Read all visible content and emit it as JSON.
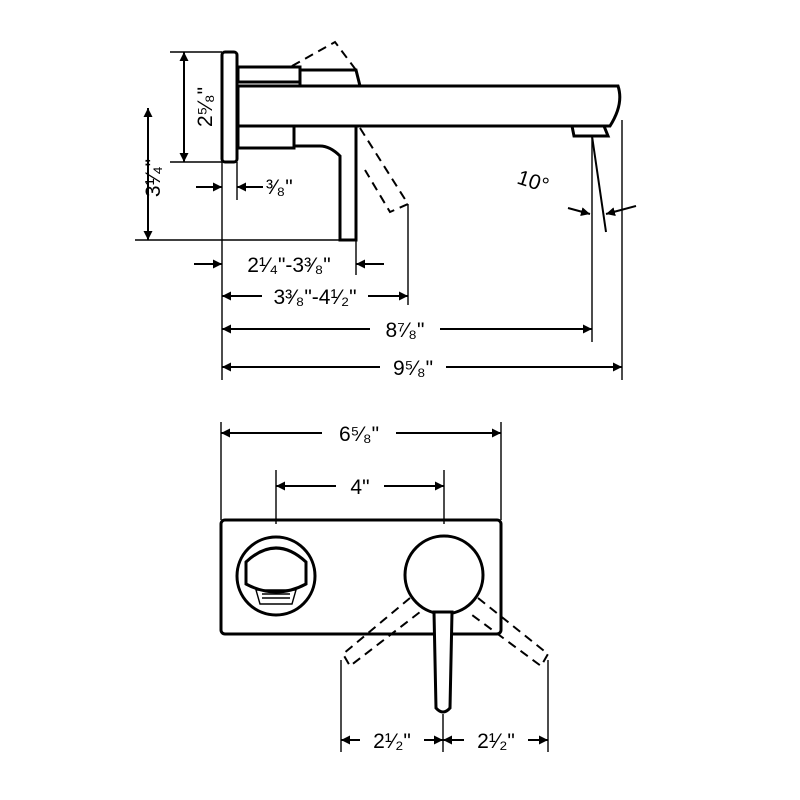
{
  "dimensions": {
    "side_height_a": "2⁵⁄₈\"",
    "side_height_b": "3¹⁄₄\"",
    "plate_depth": "³⁄₈\"",
    "angle": "10°",
    "lever_range_a": "2¹⁄₄\"-3³⁄₈\"",
    "lever_range_b": "3³⁄₈\"-4¹⁄₂\"",
    "reach_a": "8⁷⁄₈\"",
    "reach_b": "9⁵⁄₈\"",
    "plate_width": "6⁵⁄₈\"",
    "centers": "4\"",
    "swing_left": "2¹⁄₂\"",
    "swing_right": "2¹⁄₂\""
  }
}
